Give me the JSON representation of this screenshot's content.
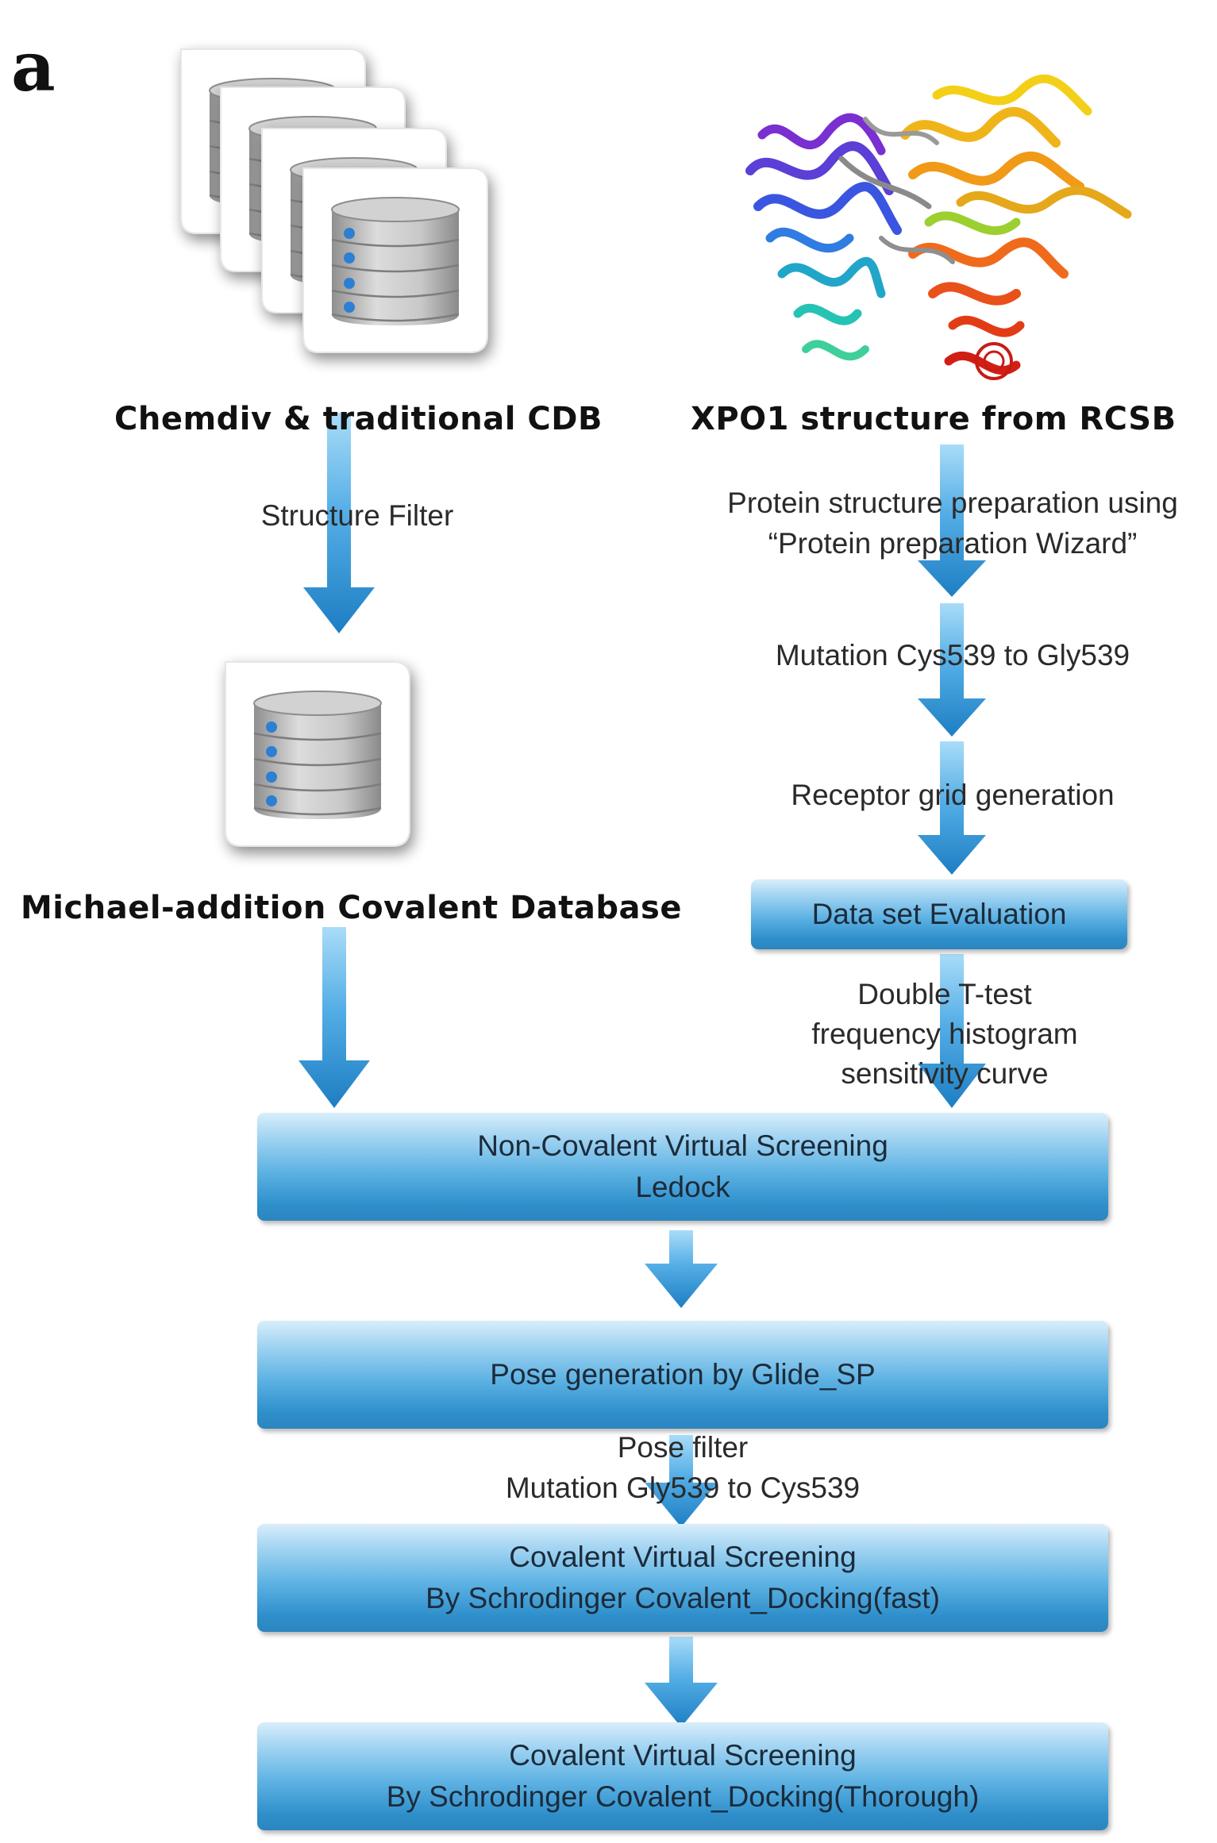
{
  "panel_label": "a",
  "headings": {
    "left_source": "Chemdiv & traditional CDB",
    "right_source": "XPO1 structure from RCSB",
    "database": "Michael-addition Covalent Database"
  },
  "edge_labels": {
    "structure_filter": "Structure Filter",
    "protein_prep_line1": "Protein structure preparation using",
    "protein_prep_line2": "“Protein preparation Wizard”",
    "mutation": "Mutation Cys539 to Gly539",
    "receptor_grid": "Receptor grid generation",
    "double_ttest": "Double  T-test",
    "freq_histogram": "frequency histogram",
    "sensitivity": "sensitivity curve",
    "pose_filter": "Pose filter",
    "mutation_back": "Mutation Gly539 to Cys539"
  },
  "steps": {
    "dataset_eval": "Data set Evaluation",
    "noncovalent_line1": "Non-Covalent Virtual Screening",
    "noncovalent_line2": "Ledock",
    "pose_generation": "Pose generation by Glide_SP",
    "covalent_fast_line1": "Covalent Virtual Screening",
    "covalent_fast_line2": "By Schrodinger Covalent_Docking(fast)",
    "covalent_thorough_line1": "Covalent Virtual Screening",
    "covalent_thorough_line2": "By Schrodinger Covalent_Docking(Thorough)"
  },
  "icons": {
    "database": "database-cylinder-icon",
    "protein": "protein-ribbon-structure"
  },
  "colors": {
    "arrow_top": "#9fd4f5",
    "arrow_bottom": "#1f82c6",
    "box_top": "#d9eefb",
    "box_bottom": "#2b85bf",
    "disk_dot": "#2c7fd3"
  }
}
